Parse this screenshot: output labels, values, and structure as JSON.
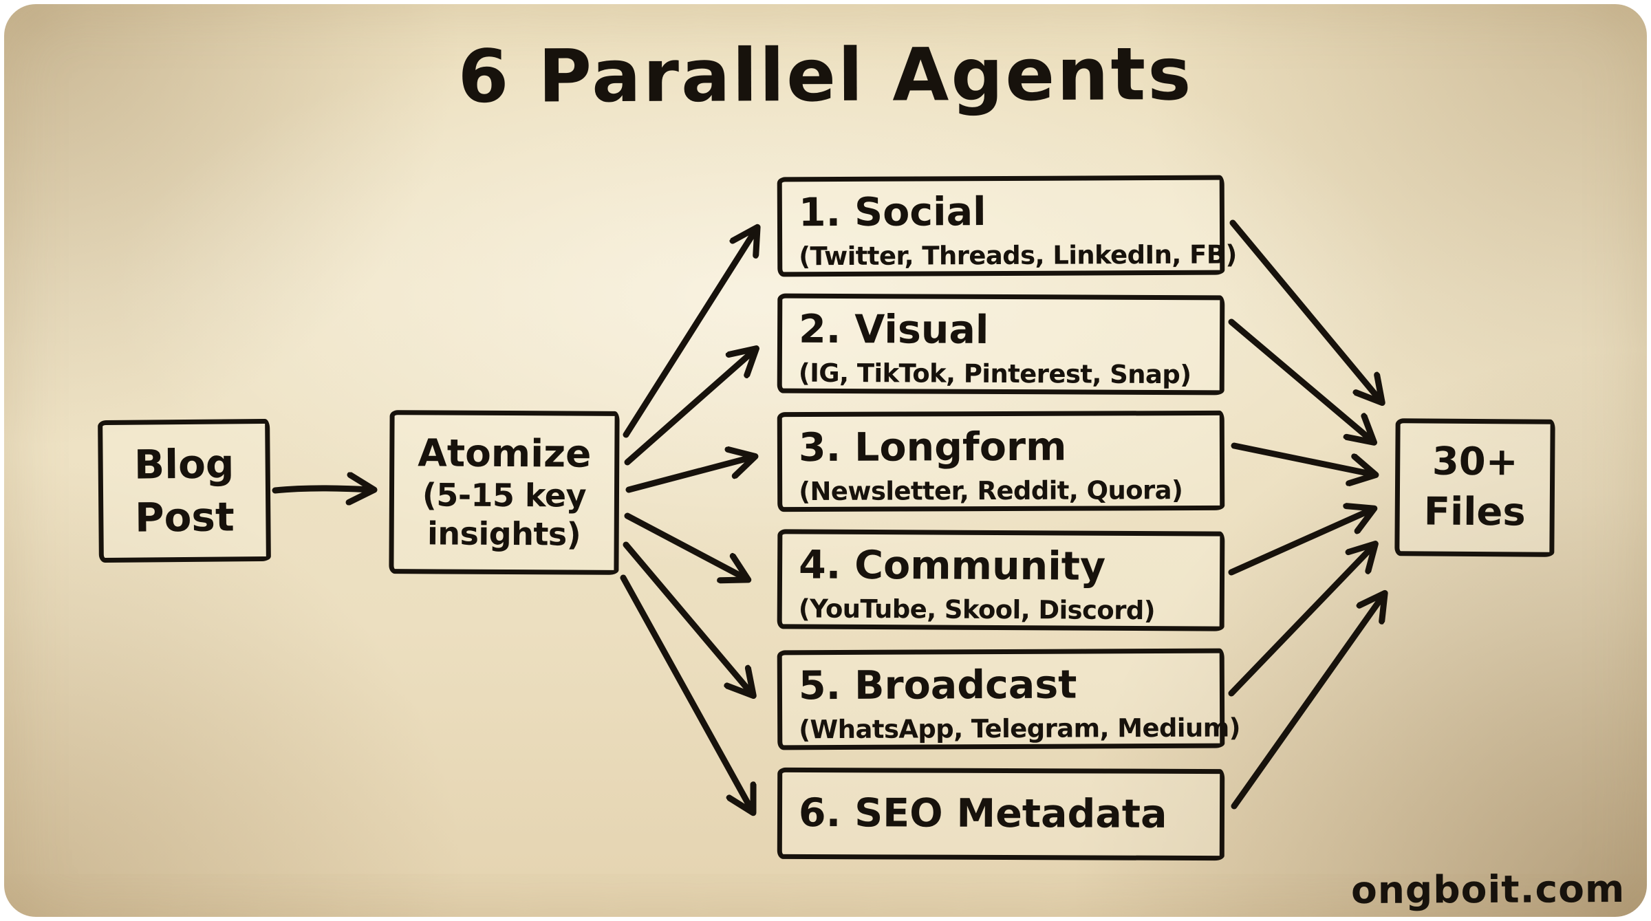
{
  "title": "6 Parallel Agents",
  "source_box": {
    "line1": "Blog",
    "line2": "Post"
  },
  "processor_box": {
    "heading": "Atomize",
    "sub1": "(5-15 key",
    "sub2": "insights)"
  },
  "agents": [
    {
      "label": "1. Social",
      "platforms": "(Twitter, Threads, LinkedIn, FB)"
    },
    {
      "label": "2. Visual",
      "platforms": "(IG, TikTok, Pinterest, Snap)"
    },
    {
      "label": "3. Longform",
      "platforms": "(Newsletter, Reddit, Quora)"
    },
    {
      "label": "4. Community",
      "platforms": "(YouTube, Skool, Discord)"
    },
    {
      "label": "5. Broadcast",
      "platforms": "(WhatsApp, Telegram, Medium)"
    },
    {
      "label": "6. SEO Metadata",
      "platforms": ""
    }
  ],
  "output_box": {
    "line1": "30+",
    "line2": "Files"
  },
  "watermark": "ongboit.com",
  "colors": {
    "ink": "#17120c",
    "paper": "#eee3c6",
    "paper_edge": "#d9c49c",
    "frame": "#ffffff"
  }
}
